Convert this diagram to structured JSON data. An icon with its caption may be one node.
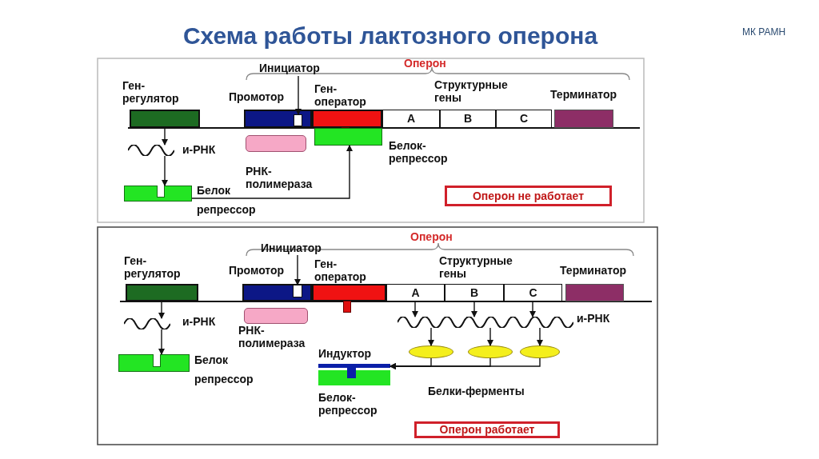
{
  "diagram": {
    "title": "Схема работы лактозного оперона",
    "nodes": [
      {
        "text": [
          "Ген-регулятор"
        ]
      },
      {
        "text": [
          "и-РНК"
        ]
      },
      {
        "text": [
          "Белок репрессор"
        ]
      },
      {
        "text": [
          "Промотор"
        ]
      },
      {
        "text": [
          "Инициатор"
        ]
      },
      {
        "text": [],
        "shape": "box",
        "in": 3
      },
      {
        "text": [
          "Ген-оператор"
        ]
      },
      {
        "text": [
          "Белок-репрессор"
        ]
      },
      {
        "text": [
          "A"
        ]
      },
      {
        "text": [
          "B"
        ]
      },
      {
        "text": [
          "C"
        ]
      },
      {
        "text": [
          "Терминатор"
        ]
      },
      {
        "text": [
          "РНК-полимераза"
        ]
      },
      {
        "text": [
          "Оперон не работает"
        ]
      },
      {
        "text": [
          "Ген-регулятор"
        ]
      },
      {
        "text": [
          "и-РНК"
        ]
      },
      {
        "text": [
          "Белок репрессор"
        ]
      },
      {
        "text": [
          "Промотор"
        ]
      },
      {
        "text": [
          "Инициатор"
        ]
      },
      {
        "text": [],
        "shape": "box",
        "in": 17
      },
      {
        "text": [
          "Ген-оператор"
        ]
      },
      {
        "text": [
          "A"
        ]
      },
      {
        "text": [
          "B"
        ]
      },
      {
        "text": [
          "C"
        ]
      },
      {
        "text": [
          "Терминатор"
        ]
      },
      {
        "text": [
          "РНК-полимераза"
        ]
      },
      {
        "text": [
          "и-РНК"
        ]
      },
      {
        "text": [],
        "shape": "ellipse"
      },
      {
        "text": [],
        "shape": "ellipse"
      },
      {
        "text": [],
        "shape": "ellipse"
      },
      {
        "text": [
          "Индуктор",
          "Белок-репрессор"
        ]
      },
      {
        "text": [
          "Оперон работает"
        ]
      }
    ],
    "edges": [
      {
        "from": 0,
        "to": 1,
        "arrow": "to"
      },
      {
        "from": 1,
        "to": 2,
        "arrow": "to"
      },
      {
        "from": 2,
        "to": 7,
        "arrow": "to"
      },
      {
        "from": 4,
        "to": 5,
        "arrow": "to"
      },
      {
        "from": 14,
        "to": 15,
        "arrow": "to"
      },
      {
        "from": 15,
        "to": 16,
        "arrow": "to"
      },
      {
        "from": 18,
        "to": 19,
        "arrow": "to"
      },
      {
        "from": 21,
        "to": 26,
        "arrow": "to"
      },
      {
        "from": 22,
        "to": 26,
        "arrow": "to"
      },
      {
        "from": 23,
        "to": 26,
        "arrow": "to"
      },
      {
        "from": 26,
        "to": 27,
        "arrow": "to"
      },
      {
        "from": 26,
        "to": 28,
        "arrow": "to"
      },
      {
        "from": 26,
        "to": 29,
        "arrow": "to"
      },
      {
        "from": 27,
        "to": 30,
        "arrow": "to"
      },
      {
        "from": 28,
        "to": 30,
        "arrow": "to"
      },
      {
        "from": 29,
        "to": 30,
        "arrow": "to"
      }
    ],
    "labels": [
      "МК РАМН",
      "Оперон",
      "Структурные гены",
      "Оперон",
      "Структурные гены",
      "Белки-ферменты"
    ]
  }
}
